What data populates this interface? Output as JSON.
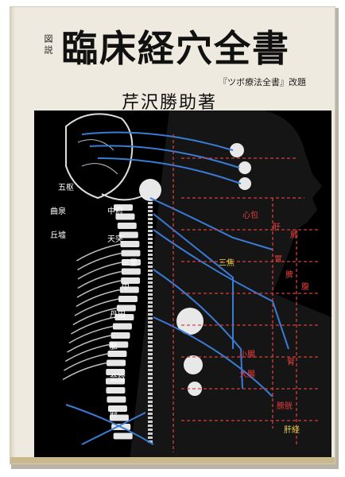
{
  "cover": {
    "series_label": "図説",
    "title": "臨床経穴全書",
    "subtitle": "『ツボ療法全書』改題",
    "author": "芹沢勝助著"
  },
  "illustration": {
    "labels_white": [
      "五枢",
      "曲泉",
      "丘墟",
      "中府",
      "天突",
      "三里",
      "中",
      "丹田",
      "脈",
      "会陰",
      "府"
    ],
    "labels_red": [
      "心包",
      "肝",
      "肺",
      "胃",
      "脾",
      "腹",
      "小腸",
      "大腸",
      "腎",
      "膀胱"
    ],
    "labels_yellow": [
      "三焦",
      "肝経"
    ]
  },
  "colors": {
    "background": "#ffffff",
    "cover_paper": "#eeeadf",
    "art_background": "#000000",
    "nerve_blue": "#3a7bd5",
    "meridian_red": "#d2403c",
    "accent_yellow": "#e8d44a"
  }
}
